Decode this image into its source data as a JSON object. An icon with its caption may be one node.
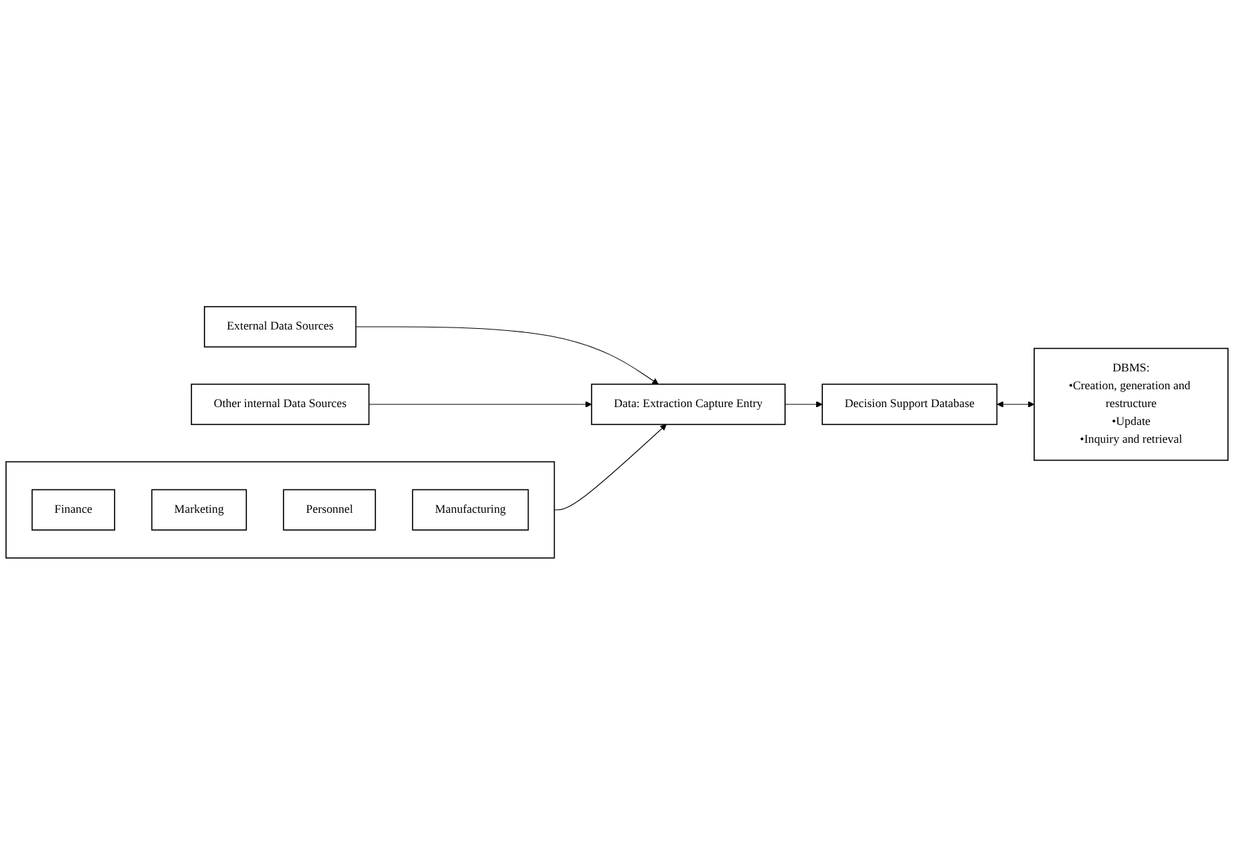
{
  "diagram": {
    "nodes": [
      {
        "text": [
          "External Data Sources"
        ]
      },
      {
        "text": [],
        "shape": "box"
      },
      {
        "text": [
          "Finance"
        ],
        "in": 1
      },
      {
        "text": [
          "Marketing"
        ],
        "in": 1
      },
      {
        "text": [
          "Personnel"
        ],
        "in": 1
      },
      {
        "text": [
          "Manufacturing"
        ],
        "in": 1
      },
      {
        "text": [
          "Other internal Data Sources"
        ]
      },
      {
        "text": [
          "Data: Extraction Capture Entry"
        ]
      },
      {
        "text": [
          "Decision Support Database"
        ]
      },
      {
        "text": [
          "DBMS:",
          "•Creation, generation and restructure",
          "•Update",
          "•Inquiry and retrieval"
        ]
      }
    ],
    "edges": [
      {
        "from": 0,
        "to": 7,
        "arrow": "to"
      },
      {
        "from": 1,
        "to": 7,
        "arrow": "to"
      },
      {
        "from": 6,
        "to": 7,
        "arrow": "to"
      },
      {
        "from": 7,
        "to": 8,
        "arrow": "to"
      },
      {
        "from": 8,
        "to": 9,
        "arrow": "both"
      }
    ]
  }
}
